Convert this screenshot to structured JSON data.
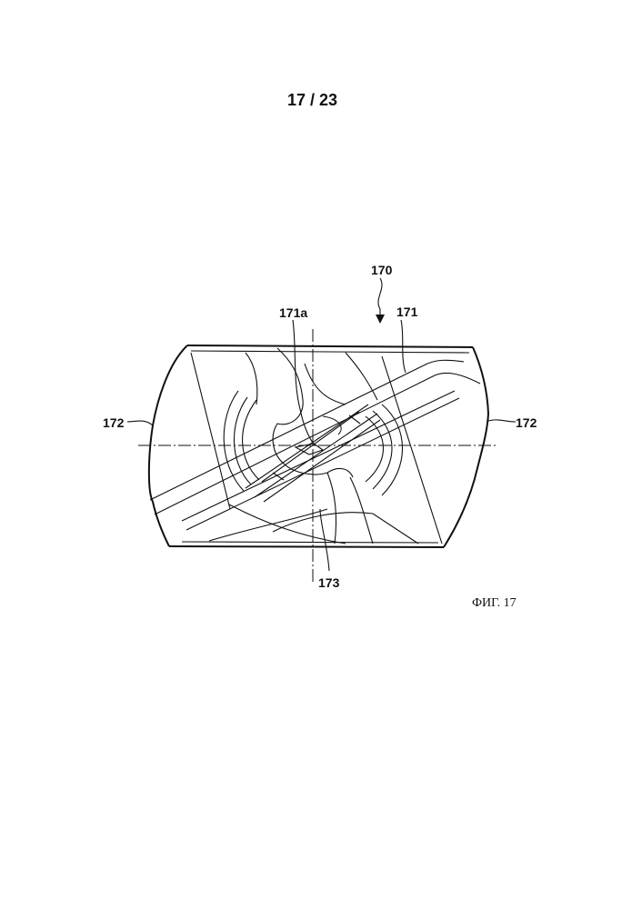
{
  "page": {
    "sheet_number": "17 / 23",
    "figure_caption": "ФИГ. 17"
  },
  "labels": {
    "assembly": "170",
    "part_171": "171",
    "part_171a": "171a",
    "left_172": "172",
    "right_172": "172",
    "part_173": "173"
  }
}
